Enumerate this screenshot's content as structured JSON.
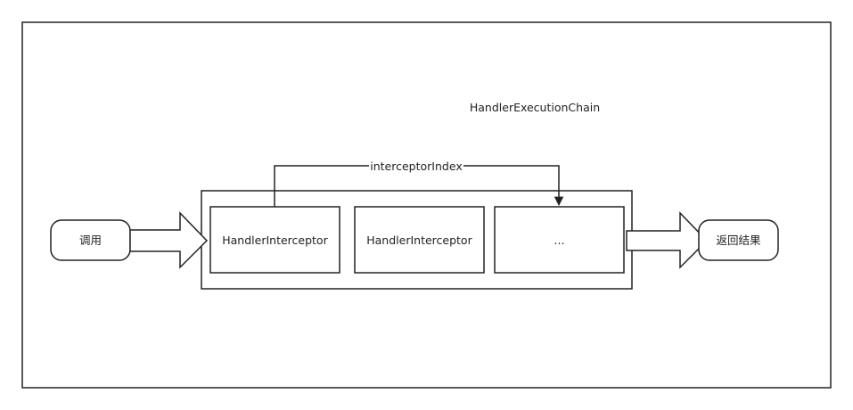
{
  "diagram": {
    "chain_title": "HandlerExecutionChain",
    "pointer_label": "interceptorIndex",
    "start_node": "调用",
    "end_node": "返回结果",
    "interceptors": [
      "HandlerInterceptor",
      "HandlerInterceptor",
      "..."
    ]
  },
  "colors": {
    "stroke": "#222222",
    "fill": "#ffffff"
  }
}
